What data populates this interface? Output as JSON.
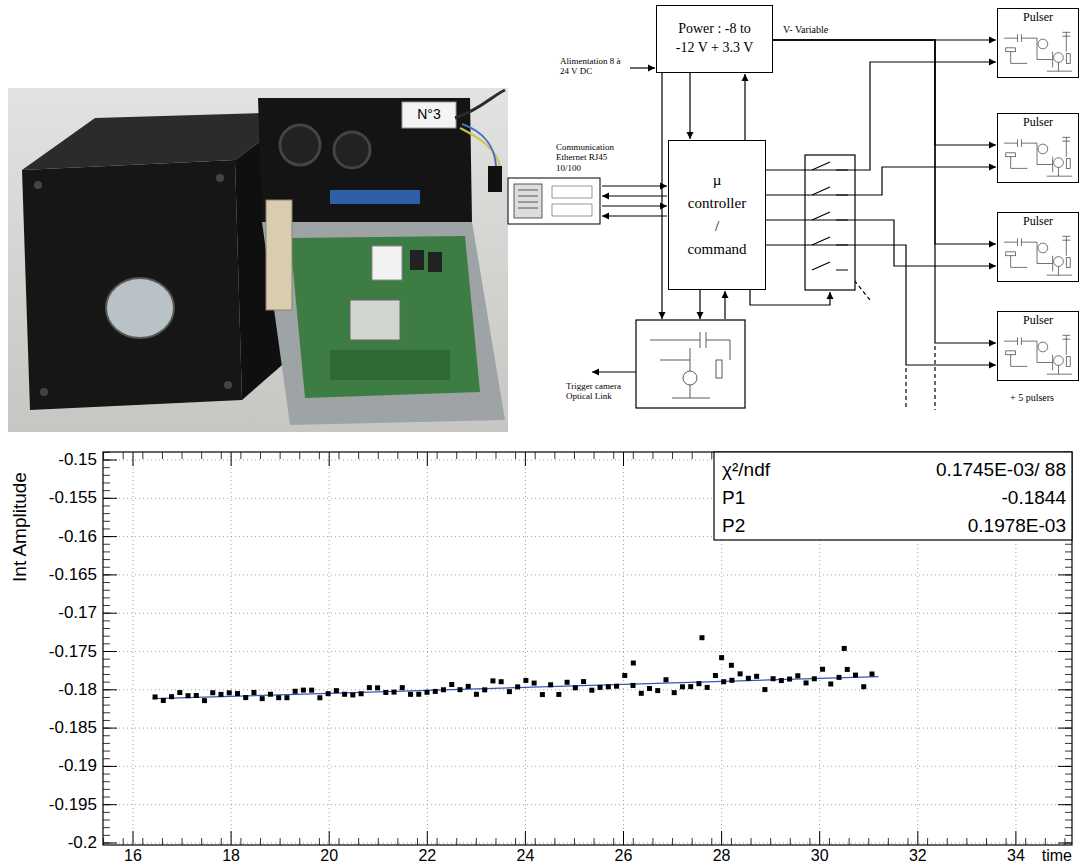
{
  "diagram": {
    "nodes": [
      {
        "text": [
          "Power : -8 to -12 V + 3.3 V"
        ]
      },
      {
        "text": [
          "µ controller / command"
        ]
      },
      {
        "text": [
          "Pulser"
        ]
      },
      {
        "text": [
          "Pulser"
        ]
      },
      {
        "text": [
          "Pulser"
        ]
      },
      {
        "text": [
          "Pulser"
        ]
      }
    ],
    "edges": [
      {
        "from": 0,
        "to": 2,
        "arrow": "to",
        "label": "V- Variable"
      },
      {
        "from": 0,
        "to": 3,
        "arrow": "to"
      },
      {
        "from": 0,
        "to": 4,
        "arrow": "to"
      },
      {
        "from": 0,
        "to": 5,
        "arrow": "to"
      },
      {
        "from": 1,
        "to": 2,
        "arrow": "to"
      },
      {
        "from": 1,
        "to": 3,
        "arrow": "to"
      },
      {
        "from": 1,
        "to": 4,
        "arrow": "to"
      },
      {
        "from": 1,
        "to": 5,
        "arrow": "to"
      },
      {
        "from": 0,
        "to": 1,
        "arrow": "to"
      },
      {
        "from": 1,
        "to": 0,
        "arrow": "to"
      }
    ],
    "labels": [
      "Alimentation 8 à 24 V DC",
      "Communication Ethernet RJ45 10/100",
      "Trigger camera Optical Link",
      "+ 5 pulsers",
      "N°3",
      "Int Amplitude",
      "time",
      "-0.15",
      "-0.155",
      "-0.16",
      "-0.165",
      "-0.17",
      "-0.175",
      "-0.18",
      "-0.185",
      "-0.19",
      "-0.195",
      "-0.2",
      "16",
      "18",
      "20",
      "22",
      "24",
      "26",
      "28",
      "30",
      "32",
      "34",
      "χ²/ndf",
      "0.1745E-03/ 88",
      "P1",
      "-0.1844",
      "P2",
      "0.1978E-03"
    ]
  }
}
